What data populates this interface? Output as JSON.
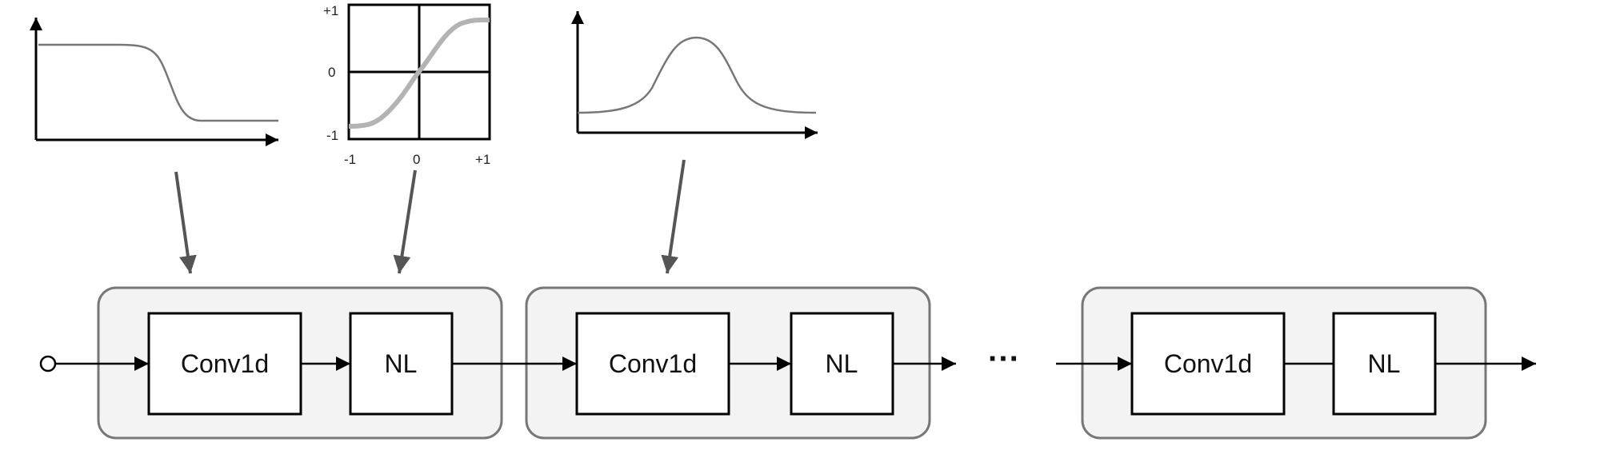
{
  "blocks": [
    {
      "conv_label": "Conv1d",
      "nl_label": "NL"
    },
    {
      "conv_label": "Conv1d",
      "nl_label": "NL"
    },
    {
      "conv_label": "Conv1d",
      "nl_label": "NL"
    }
  ],
  "ellipsis": "···",
  "tanh_plot": {
    "y_ticks": [
      "+1",
      "0",
      "-1"
    ],
    "x_ticks": [
      "-1",
      "0",
      "+1"
    ]
  },
  "colors": {
    "block_fill": "#f3f3f3",
    "block_stroke": "#777777",
    "box_stroke": "#000000",
    "curve": "#777777",
    "tanh_curve": "#b3b3b3",
    "pointer_arrow": "#555555"
  }
}
